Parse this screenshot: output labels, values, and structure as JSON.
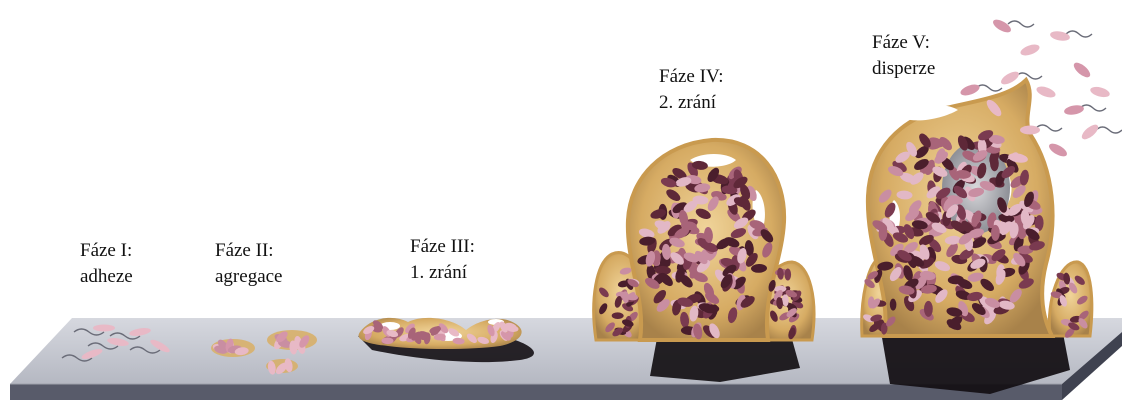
{
  "stages": [
    {
      "line1": "Fáze I:",
      "line2": "adheze"
    },
    {
      "line1": "Fáze II:",
      "line2": "agregace"
    },
    {
      "line1": "Fáze III:",
      "line2": "1. zrání"
    },
    {
      "line1": "Fáze IV:",
      "line2": "2. zrání"
    },
    {
      "line1": "Fáze V:",
      "line2": "disperze"
    }
  ],
  "colors": {
    "surface_top": "#c9cbd3",
    "surface_front": "#5d6070",
    "matrix": "#d8b06a",
    "cell_dark": "#4a1e2c",
    "cell_mid": "#a86479",
    "cell_light": "#e2b8c6",
    "shadow": "#141014"
  }
}
